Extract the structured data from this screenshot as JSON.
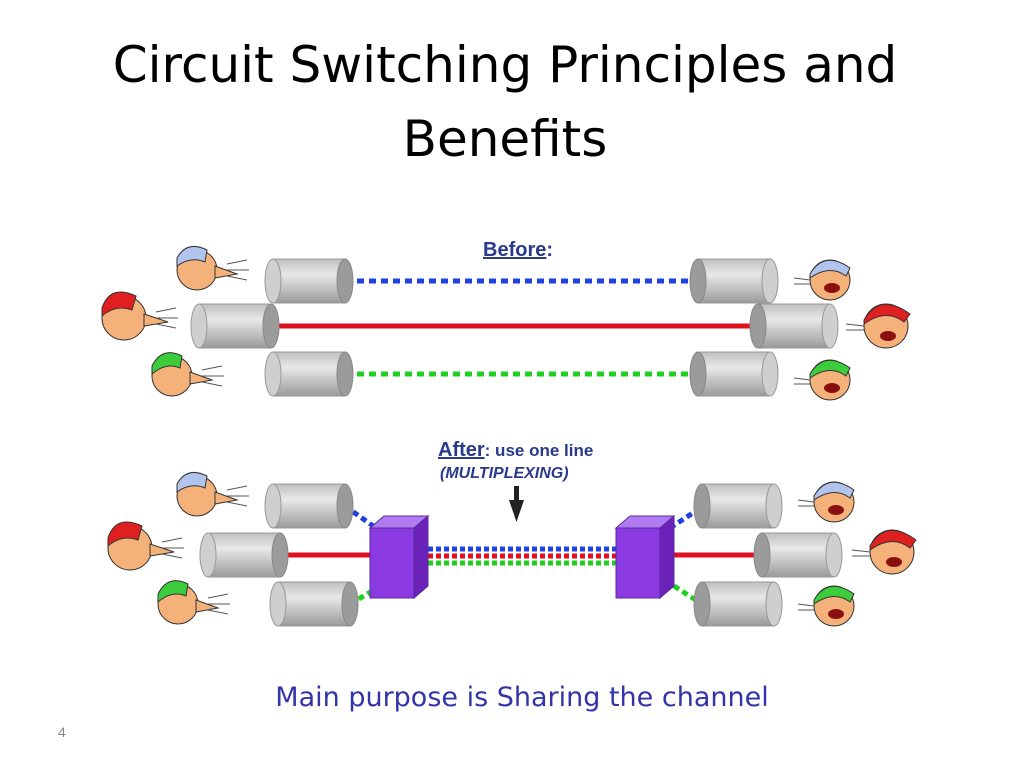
{
  "title": "Circuit Switching Principles and Benefits",
  "before_label": "Before",
  "before_colon": ":",
  "after_label": "After",
  "after_text": ": use one line",
  "after_sub": "(MULTIPLEXING)",
  "caption": "Main purpose is Sharing the channel",
  "page_number": "4",
  "colors": {
    "blue_line": "#2040e0",
    "red_line": "#e01020",
    "green_line": "#20d020",
    "mux_box": "#8a3ae0",
    "caption": "#3333aa",
    "label": "#2a3a8a"
  },
  "icons": [
    "speaker-head-icon",
    "listener-head-icon",
    "tin-can-icon",
    "multiplexer-icon",
    "arrow-down-icon"
  ]
}
